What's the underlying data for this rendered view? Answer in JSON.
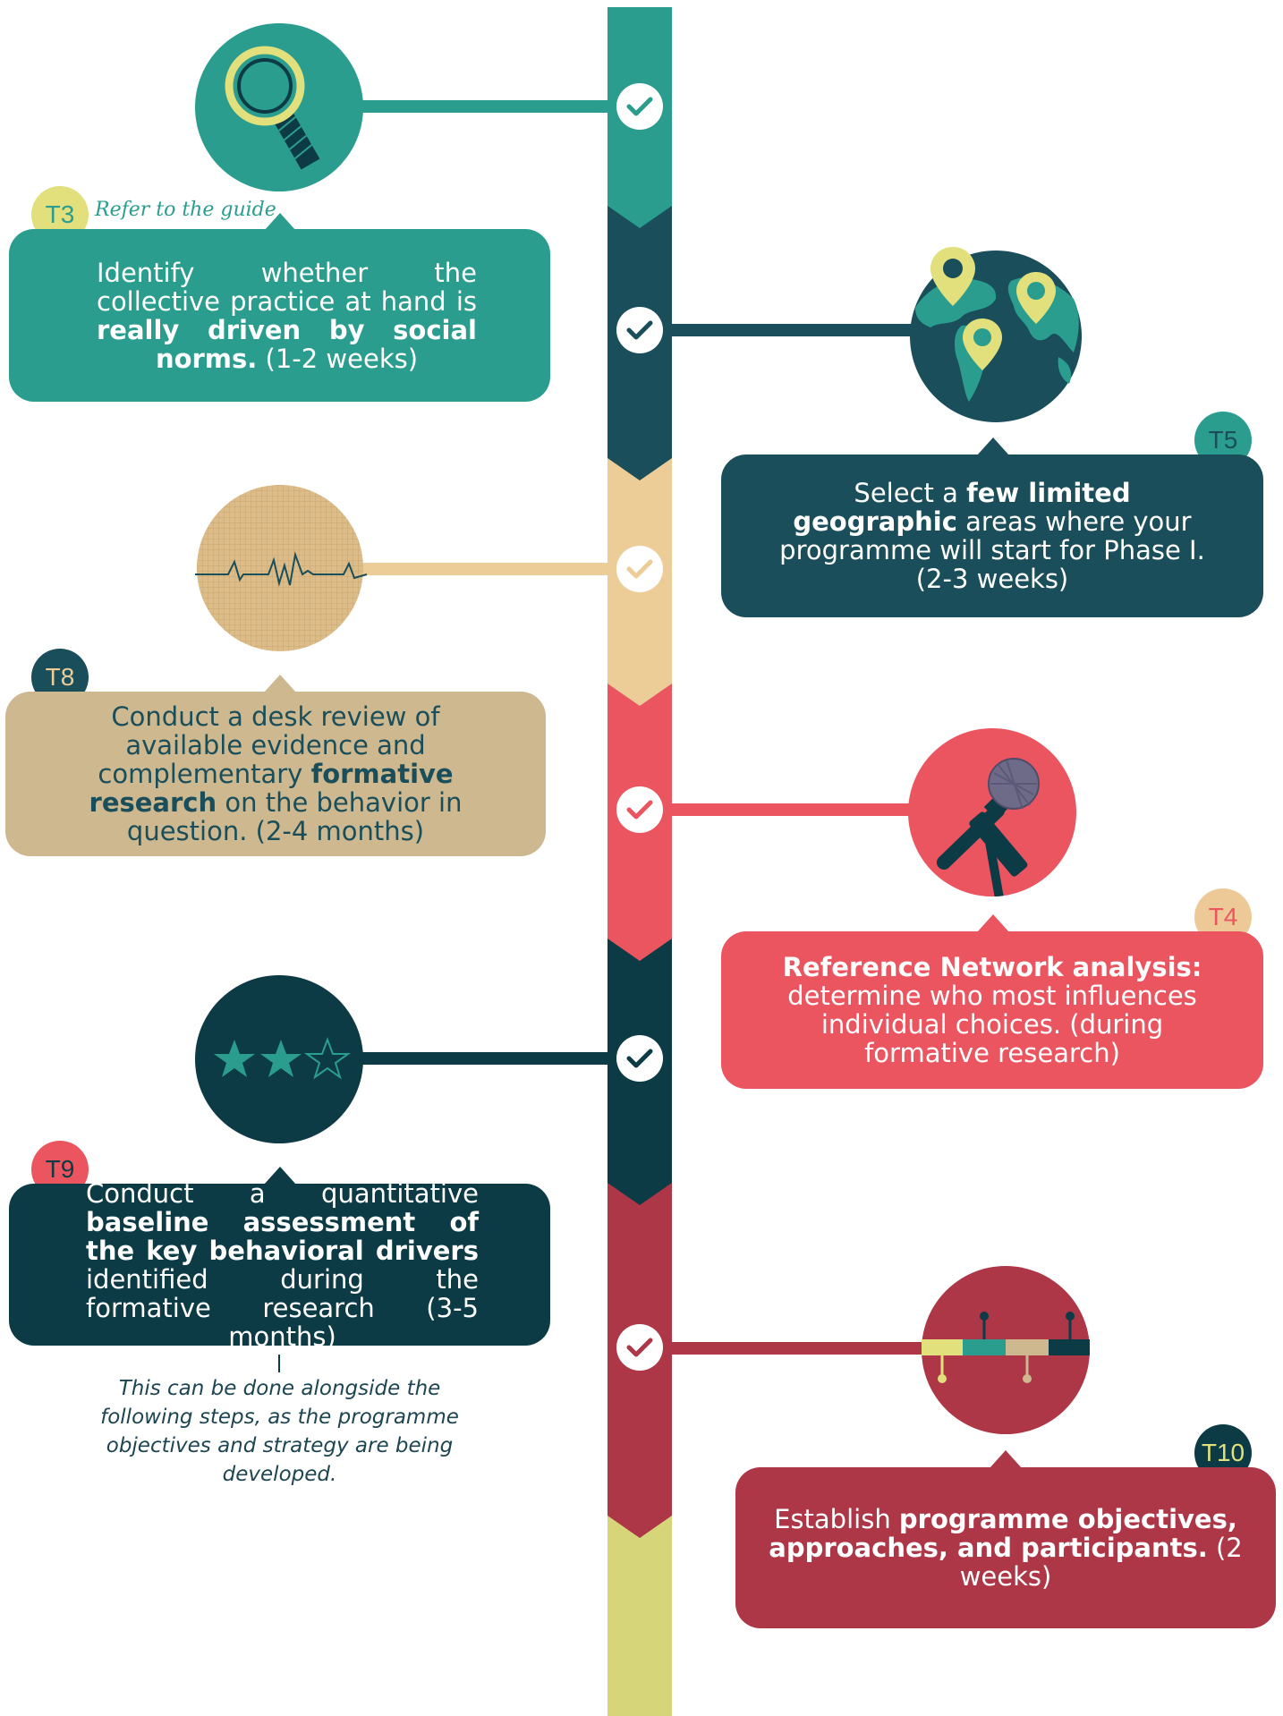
{
  "colors": {
    "teal": "#2a9d8f",
    "dark_teal": "#1a4e5a",
    "sand": "#eccc97",
    "tan": "#cdb88f",
    "coral": "#ea5560",
    "dark_navy": "#0c3b45",
    "crimson": "#ad3647",
    "lime": "#d6d57a",
    "yellow_tag": "#e1e07c",
    "peach_tag": "#edc997"
  },
  "steps": [
    {
      "tag": "T3",
      "guide_link": "Refer to the guide",
      "icon": "magnifying-glass-icon",
      "parts": [
        "Identify whether the collective practice at hand is ",
        "really driven by social norms.",
        " (1-2 weeks)"
      ]
    },
    {
      "tag": "T5",
      "icon": "globe-map-pins-icon",
      "parts": [
        "Select a ",
        "few limited geographic",
        " areas where your programme will start for Phase I.  (2-3 weeks)"
      ]
    },
    {
      "tag": "T8",
      "icon": "pulse-chart-icon",
      "parts": [
        "Conduct a desk review of available evidence and complementary ",
        "formative research",
        " on the behavior in question. (2-4 months)"
      ]
    },
    {
      "tag": "T4",
      "icon": "microphone-icon",
      "parts": [
        "Reference Network analysis:",
        " determine who most influences individual choices. (during formative research)"
      ]
    },
    {
      "tag": "T9",
      "icon": "star-rating-icon",
      "rating": 2,
      "rating_max": 3,
      "parts": [
        "Conduct a quantitative ",
        "baseline assessment of the key behavioral drivers",
        " identified during the formative research (3-5 months)"
      ],
      "note": "This can be done alongside the following steps, as the programme objectives and strategy are being developed."
    },
    {
      "tag": "T10",
      "icon": "timeline-icon",
      "parts": [
        "Establish ",
        "programme objectives, approaches, and participants.",
        " (2 weeks)"
      ]
    }
  ]
}
